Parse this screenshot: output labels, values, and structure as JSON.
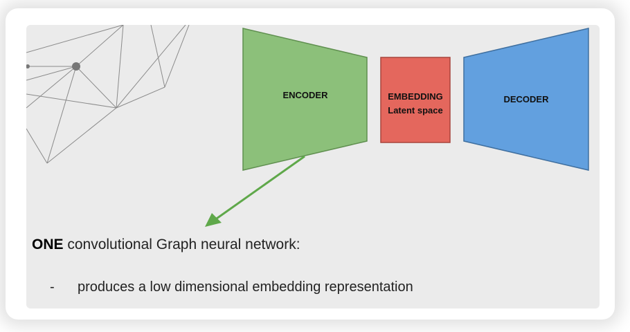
{
  "diagram": {
    "encoder": {
      "label": "ENCODER",
      "color": "#8cc07a"
    },
    "embedding": {
      "label_line1": "EMBEDDING",
      "label_line2": "Latent space",
      "color": "#e4675d"
    },
    "decoder": {
      "label": "DECODER",
      "color": "#62a0df"
    },
    "arrow_color": "#5fa84a",
    "network_line_color": "#8a8a8a"
  },
  "text": {
    "heading_strong": "ONE",
    "heading_rest": " convolutional Graph neural network:",
    "bullet_marker": "-",
    "bullet_1": "produces a low dimensional embedding representation"
  }
}
